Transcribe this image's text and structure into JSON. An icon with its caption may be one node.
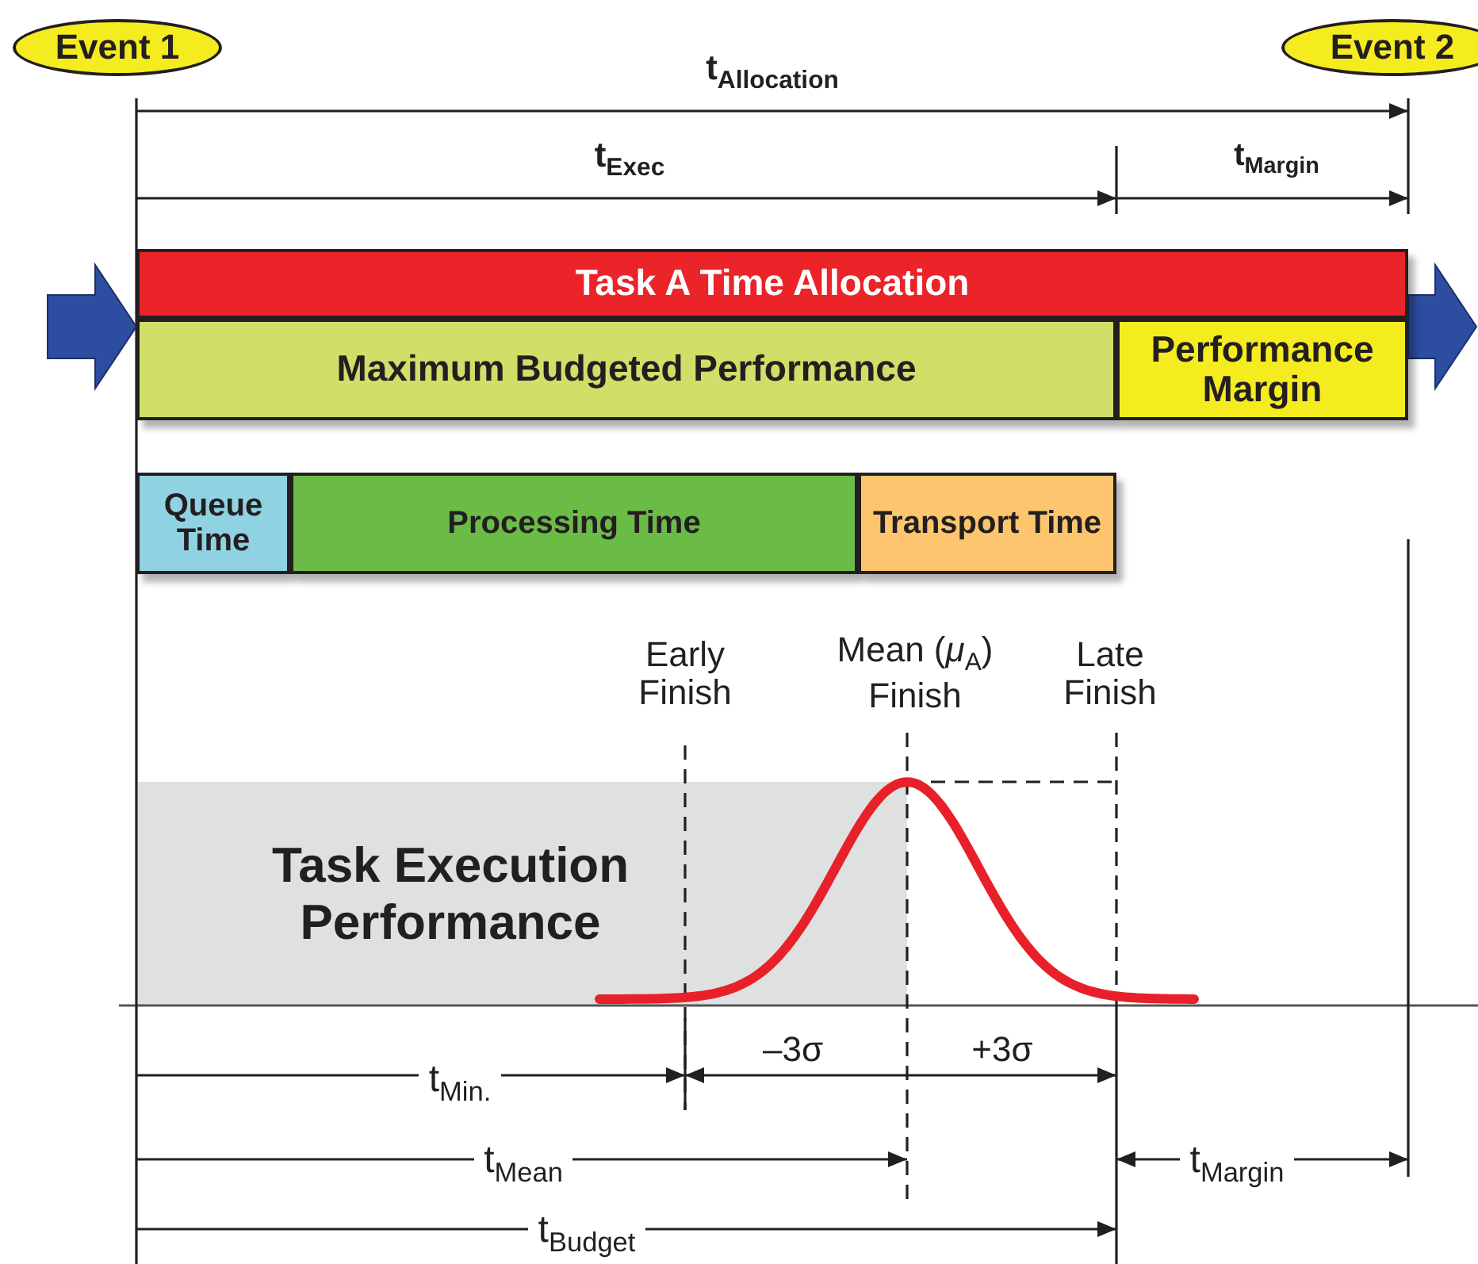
{
  "diagram": {
    "nodes": [
      {
        "text": [
          "Event 1"
        ]
      },
      {
        "text": [
          "Event 2"
        ]
      },
      {
        "text": [
          "Task A Time Allocation"
        ]
      },
      {
        "text": [
          "Maximum Budgeted Performance"
        ]
      },
      {
        "text": [
          "Performance Margin"
        ]
      },
      {
        "text": [
          "Queue Time"
        ]
      },
      {
        "text": [
          "Processing Time"
        ]
      },
      {
        "text": [
          "Transport Time"
        ]
      },
      {
        "text": [
          "Task Execution Performance"
        ]
      }
    ],
    "edges": [
      {
        "from": null,
        "to": 3,
        "arrow": "to"
      },
      {
        "from": 4,
        "to": null,
        "arrow": "to"
      }
    ],
    "labels": [
      "t$_{Allocation}$",
      "t$_{Exec}$",
      "t$_{Margin}$",
      "Early Finish",
      "Mean (*μ*$_{A}$) Finish",
      "Late Finish",
      "–3σ",
      "+3σ",
      "t$_{Min.}$",
      "t$_{Mean}$",
      "t$_{Margin}$",
      "t$_{Budget}$"
    ]
  }
}
